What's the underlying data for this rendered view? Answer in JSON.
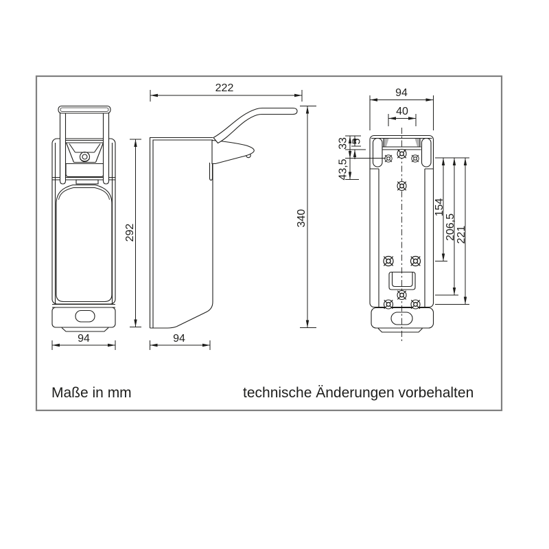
{
  "footer": {
    "left": "Maße in mm",
    "right": "technische Änderungen vorbehalten"
  },
  "dimensions": {
    "front_height": "292",
    "front_width": "94",
    "side_depth": "222",
    "side_total_height": "340",
    "side_width": "94",
    "back_width": "94",
    "back_hole_spacing": "40",
    "back_recess_height": "5",
    "back_top_hole_offset": "33",
    "back_slot_length": "43,5",
    "back_mid_hole_offset": "154",
    "back_lower_hole_offset": "206,5",
    "back_bottom_hole_offset": "221"
  },
  "colors": {
    "line": "#1d1d1b",
    "frame": "#7f7f7f",
    "shading": "#b3b3b3",
    "background": "#ffffff"
  }
}
